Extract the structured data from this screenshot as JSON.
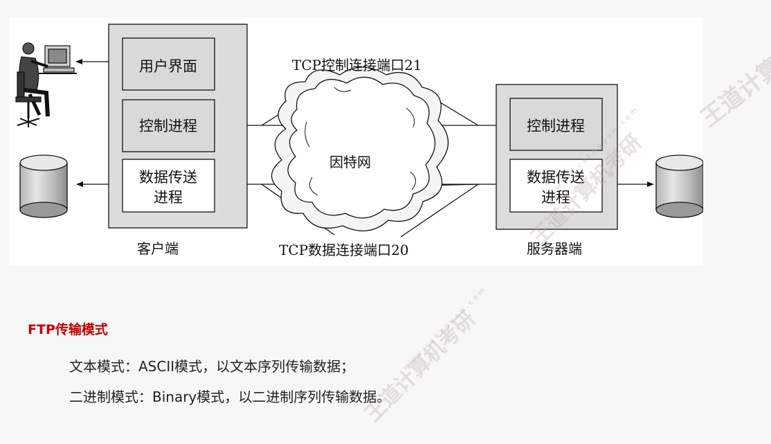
{
  "diagram": {
    "client": {
      "caption": "客户端",
      "ui_label": "用户界面",
      "control_label": "控制进程",
      "data_label_line1": "数据传送",
      "data_label_line2": "进程"
    },
    "server": {
      "caption": "服务器端",
      "control_label": "控制进程",
      "data_label_line1": "数据传送",
      "data_label_line2": "进程"
    },
    "internet_label": "因特网",
    "control_connection_label": "TCP控制连接端口21",
    "data_connection_label": "TCP数据连接端口20"
  },
  "section": {
    "heading": "FTP传输模式",
    "lines": [
      "文本模式：ASCII模式，以文本序列传输数据；",
      "二进制模式：Binary模式，以二进制序列传输数据。"
    ]
  },
  "watermark": {
    "brand": "王道计算机考研",
    "site": "w w w . c s k a o y a n . c o m"
  }
}
